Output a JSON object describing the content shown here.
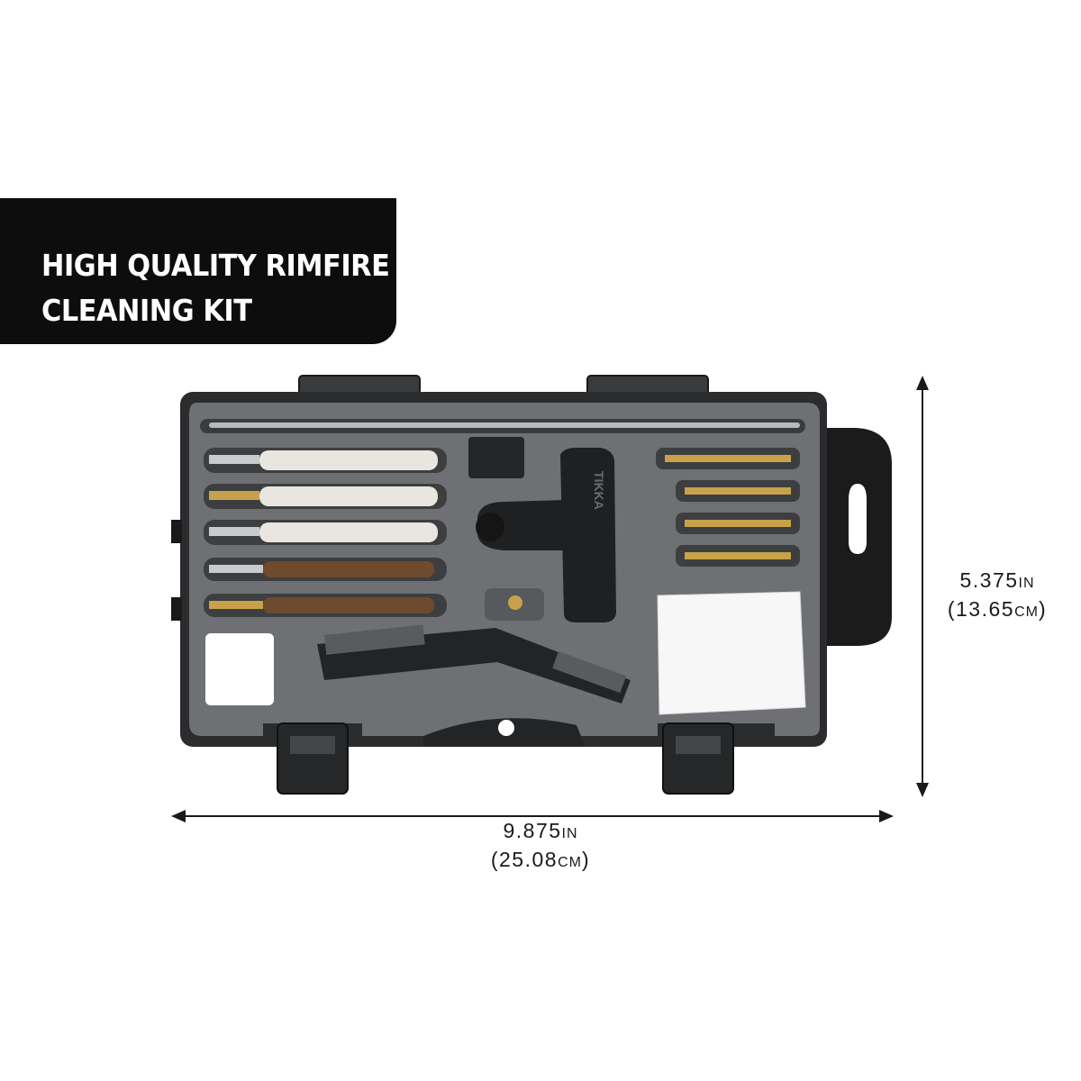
{
  "banner": {
    "line1": "HIGH QUALITY RIMFIRE",
    "line2": "CLEANING KIT"
  },
  "product": {
    "handle_brand": "TIKKA"
  },
  "dimensions": {
    "width": {
      "value": "9.875",
      "unit": "IN",
      "metric_value": "(25.08",
      "metric_unit": "CM",
      "metric_close": ")"
    },
    "height": {
      "value": "5.375",
      "unit": "IN",
      "metric_value": "(13.65",
      "metric_unit": "CM",
      "metric_close": ")"
    }
  },
  "colors": {
    "banner_bg": "#0d0d0d",
    "case_body": "#2b2c2e",
    "tray": "#6b6d70",
    "brass": "#c8a24a",
    "bronze": "#6e4a2e",
    "cotton": "#e9e6df"
  }
}
